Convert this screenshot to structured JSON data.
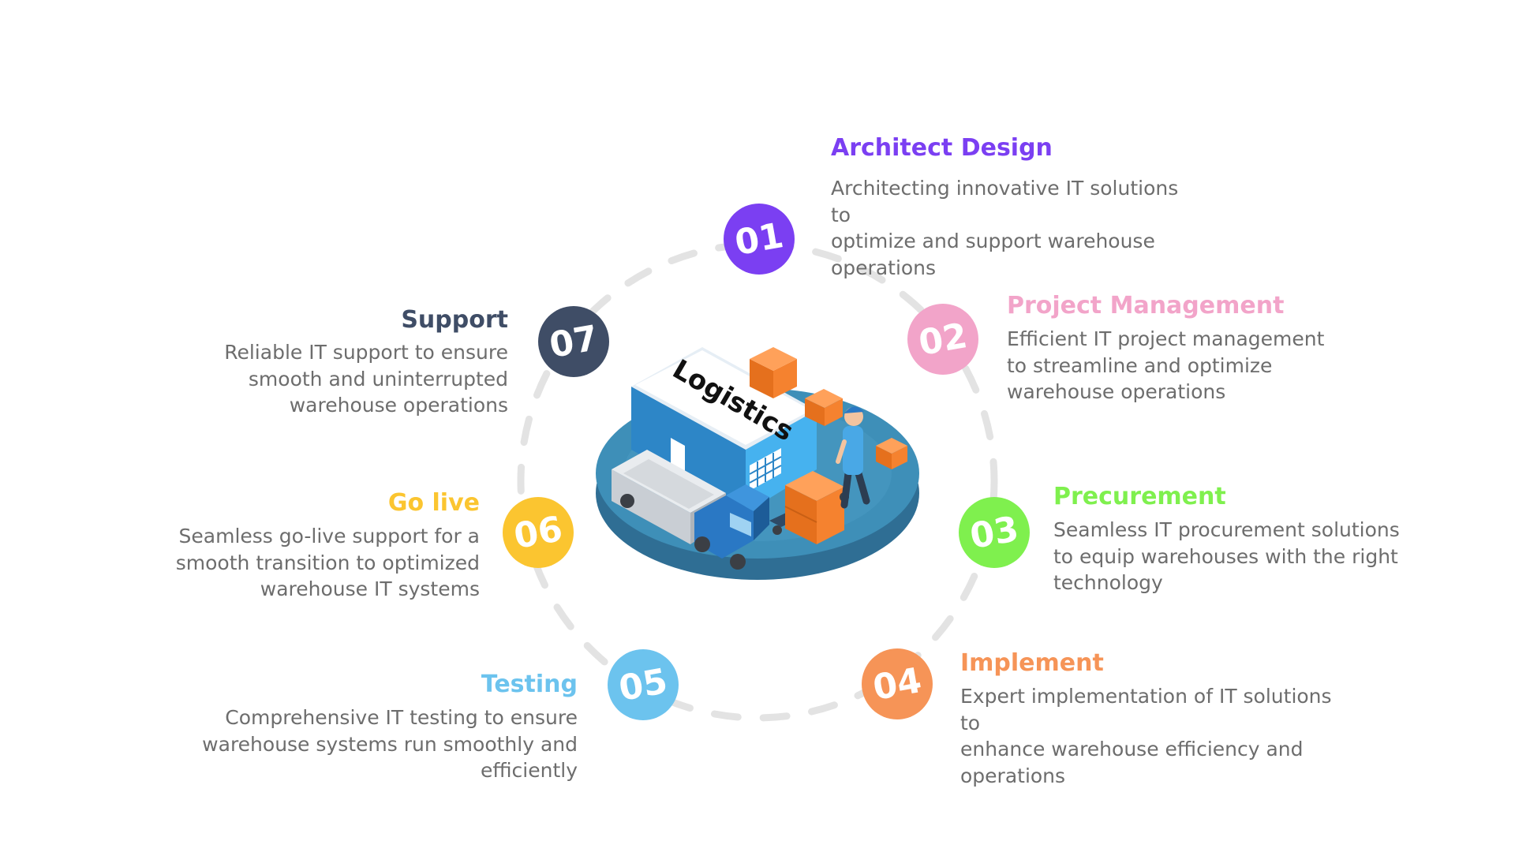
{
  "center": {
    "label": "Logistics"
  },
  "steps": [
    {
      "number": "01",
      "title": "Architect Design",
      "description": "Architecting innovative IT solutions to\noptimize and support warehouse\noperations",
      "color": "#7b3ff2"
    },
    {
      "number": "02",
      "title": "Project Management",
      "description": "Efficient IT project management\nto streamline and optimize\nwarehouse operations",
      "color": "#f2a4c9"
    },
    {
      "number": "03",
      "title": "Precurement",
      "description": "Seamless IT procurement solutions\nto equip warehouses with the right\ntechnology",
      "color": "#7ff04e"
    },
    {
      "number": "04",
      "title": "Implement",
      "description": "Expert implementation of IT solutions to\nenhance warehouse efficiency and\noperations",
      "color": "#f69457"
    },
    {
      "number": "05",
      "title": "Testing",
      "description": "Comprehensive IT testing to ensure\nwarehouse systems run smoothly and\nefficiently",
      "color": "#6cc3ee"
    },
    {
      "number": "06",
      "title": "Go live",
      "description": "Seamless go-live support for a\nsmooth transition to optimized\nwarehouse IT systems",
      "color": "#fbc530"
    },
    {
      "number": "07",
      "title": "Support",
      "description": "Reliable IT support to ensure\nsmooth and uninterrupted\nwarehouse operations",
      "color": "#3f4d66"
    }
  ],
  "colors": {
    "ring_dash": "#e3e3e3",
    "description_text": "#6d6d6d",
    "platform": "#3e8fb8",
    "building": "#3ea6e6",
    "boxes": "#f5822f"
  },
  "illustration_icons": [
    "warehouse-icon",
    "truck-icon",
    "worker-icon",
    "cargo-box-icon",
    "hand-truck-icon"
  ]
}
